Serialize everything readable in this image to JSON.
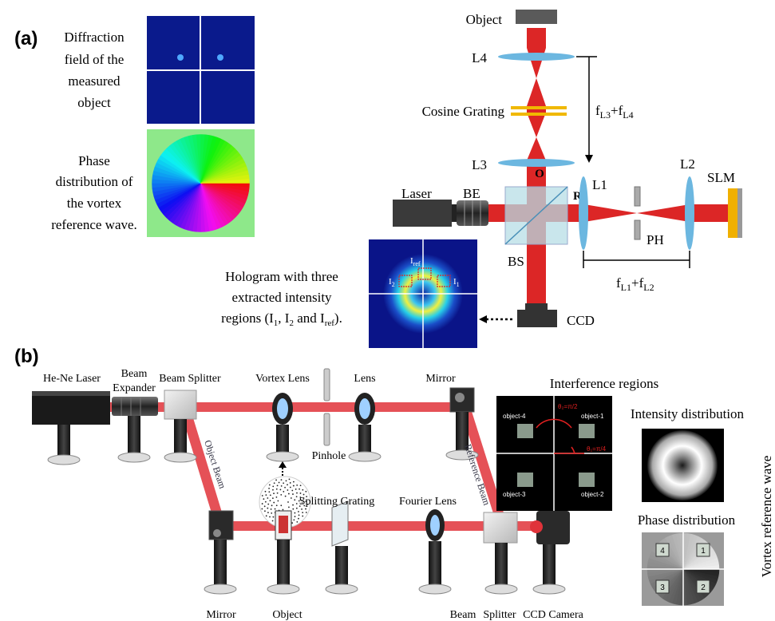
{
  "panel_a": {
    "label": "(a)",
    "caption_diffraction": [
      "Diffraction",
      "field of the",
      "measured",
      "object"
    ],
    "caption_phase": [
      "Phase",
      "distribution of",
      "the vortex",
      "reference wave."
    ],
    "caption_hologram": [
      "Hologram with three",
      "extracted intensity"
    ],
    "caption_hologram_regions": {
      "prefix": "regions (I",
      "s1": "1",
      "mid1": ", I",
      "s2": "2",
      "mid2": " and I",
      "s3": "ref",
      "suffix": ")."
    },
    "hologram_labels": {
      "i_ref": "I",
      "i_ref_sub": "ref",
      "i1": "I",
      "i1_sub": "1",
      "i2": "I",
      "i2_sub": "2"
    },
    "setup": {
      "object": "Object",
      "l4": "L4",
      "cosine_grating": "Cosine Grating",
      "l3": "L3",
      "o": "O",
      "r": "R",
      "laser": "Laser",
      "be": "BE",
      "bs": "BS",
      "l1": "L1",
      "l2": "L2",
      "slm": "SLM",
      "ph": "PH",
      "ccd": "CCD",
      "f_l3_l4": {
        "f1": "f",
        "s1": "L3",
        "plus": "+f",
        "s2": "L4"
      },
      "f_l1_l2": {
        "f1": "f",
        "s1": "L1",
        "plus": "+f",
        "s2": "L2"
      }
    }
  },
  "panel_b": {
    "label": "(b)",
    "he_ne_laser": "He-Ne Laser",
    "beam_expander": [
      "Beam",
      "Expander"
    ],
    "beam_splitter": "Beam Splitter",
    "vortex_lens": "Vortex Lens",
    "lens": "Lens",
    "mirror_top": "Mirror",
    "pinhole": "Pinhole",
    "object_beam": "Object Beam",
    "reference_beam": "Reference Beam",
    "mirror_bottom": "Mirror",
    "object": "Object",
    "splitting_grating": "Splitting Grating",
    "fourier_lens": "Fourier Lens",
    "beam_bottom": "Beam",
    "splitter_bottom": "Splitter",
    "ccd_camera": "CCD Camera",
    "interference_regions": "Interference regions",
    "intensity_distribution": "Intensity distribution",
    "phase_distribution": "Phase distribution",
    "vortex_reference_wave": "Vortex reference wave",
    "objects": [
      "object-4",
      "object-1",
      "object-3",
      "object-2"
    ],
    "theta_labels": [
      "θ₂=π/2",
      "θ₁=π/4"
    ],
    "phase_quadrants": [
      "4",
      "1",
      "3",
      "2"
    ]
  }
}
